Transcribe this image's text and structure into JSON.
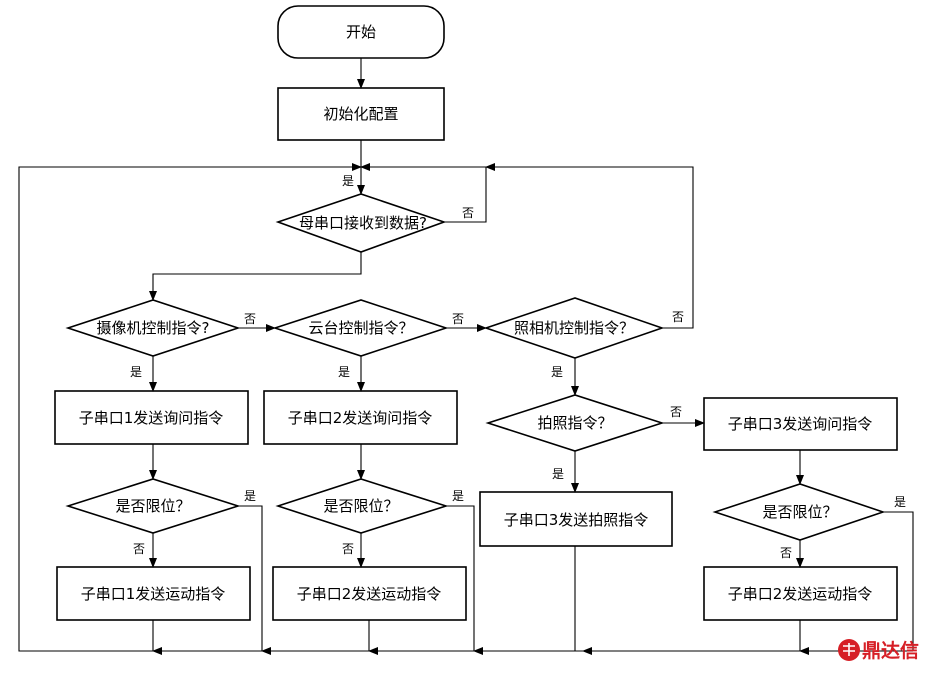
{
  "nodes": {
    "start": "开始",
    "init": "初始化配置",
    "recv": "母串口接收到数据?",
    "cam_ctrl": "摄像机控制指令?",
    "ptz_ctrl": "云台控制指令？",
    "photo_ctrl": "照相机控制指令？",
    "shoot": "拍照指令？",
    "q1": "子串口1发送询问指令",
    "q2": "子串口2发送询问指令",
    "q3": "子串口3发送询问指令",
    "limit1": "是否限位？",
    "limit2": "是否限位？",
    "limit3": "是否限位？",
    "m1": "子串口1发送运动指令",
    "m2": "子串口2发送运动指令",
    "m3": "子串口2发送运动指令",
    "shoot_cmd": "子串口3发送拍照指令"
  },
  "labels": {
    "recv_yes": "是",
    "recv_no": "否",
    "cam_yes": "是",
    "cam_no": "否",
    "ptz_yes": "是",
    "ptz_no": "否",
    "photo_no": "否",
    "photo_yes": "是",
    "shoot_yes": "是",
    "shoot_no": "否",
    "limit1_yes": "是",
    "limit1_no": "否",
    "limit2_yes": "是",
    "limit2_no": "否",
    "limit3_yes": "是",
    "limit3_no": "否"
  },
  "watermark": {
    "text": "鼎达信",
    "color": "#d61f26"
  }
}
